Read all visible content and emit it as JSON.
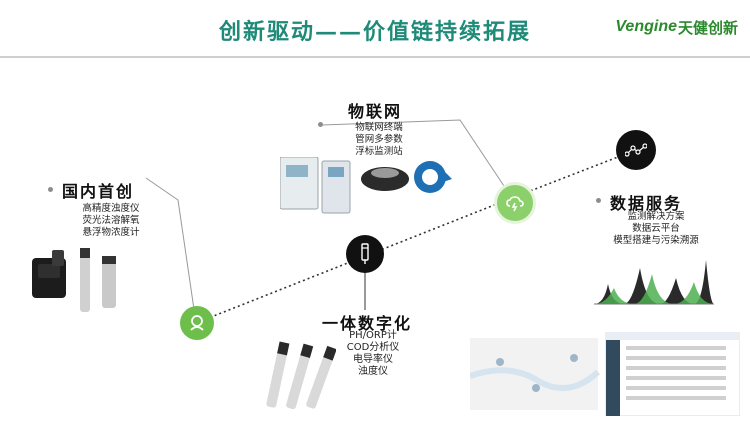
{
  "header": {
    "title": "创新驱动——价值链持续拓展",
    "logo_text": "Vengine",
    "logo_cn": "天健创新"
  },
  "sections": {
    "domestic": {
      "heading": "国内首创",
      "lines": [
        "高精度浊度仪",
        "荧光法溶解氧",
        "悬浮物浓度计"
      ]
    },
    "iot": {
      "heading": "物联网",
      "lines": [
        "物联网终端",
        "管网多参数",
        "浮标监测站"
      ]
    },
    "data": {
      "heading": "数据服务",
      "lines": [
        "监测解决方案",
        "数据云平台",
        "模型搭建与污染溯源"
      ]
    },
    "digital": {
      "heading": "一体数字化",
      "lines": [
        "PH/ORP计",
        "COD分析仪",
        "电导率仪",
        "浊度仪"
      ]
    }
  },
  "colors": {
    "title": "#1e8a78",
    "node_green": "#6dbe4b",
    "node_green_light": "#8cd06b",
    "node_black": "#111111",
    "line": "#333333",
    "logo": "#2c8a2e"
  },
  "icons": {
    "node1": "face-icon",
    "node2": "cloud-lightning-icon",
    "node3": "network-icon",
    "node4": "probe-icon"
  }
}
